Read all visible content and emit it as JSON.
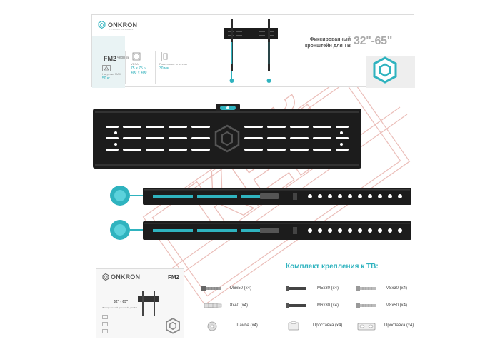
{
  "brand": "ONKRON",
  "brand_sub": "TV MOUNTS & STANDS",
  "colors": {
    "accent": "#2fb3bf",
    "bracket": "#1c1c1c",
    "watermark": "#e85b5b"
  },
  "watermark_text": "КЕЙ",
  "package": {
    "model": "FM2",
    "color_label": "чёрный",
    "title_line1": "Фиксированный",
    "title_line2": "кронштейн для ТВ",
    "size_range": "32\"-65\"",
    "specs": [
      {
        "label": "Нагрузка МАХ",
        "value": "50 кг"
      },
      {
        "label": "VESA",
        "value": "75 × 75 ~",
        "value2": "400 × 400"
      },
      {
        "label": "Расстояние от стены",
        "value": "30 мм"
      }
    ]
  },
  "manual": {
    "model": "FM2",
    "size_range": "32\" - 65\"",
    "caption": "Фиксированный кронштейн для ТВ"
  },
  "kit": {
    "title": "Комплект крепления к ТВ:",
    "parts": [
      {
        "id": "m6x50",
        "label": "M6x50 (x4)",
        "icon": "bolt-icon"
      },
      {
        "id": "m5x30",
        "label": "M5x30 (x4)",
        "icon": "bolt-icon"
      },
      {
        "id": "m8x30",
        "label": "M8x30 (x4)",
        "icon": "bolt-icon"
      },
      {
        "id": "anchor",
        "label": "8x40 (x4)",
        "icon": "anchor-icon"
      },
      {
        "id": "m6x30",
        "label": "M6x30 (x4)",
        "icon": "bolt-icon"
      },
      {
        "id": "m8x50",
        "label": "M8x50 (x4)",
        "icon": "bolt-icon"
      },
      {
        "id": "washer",
        "label": "Шайба (x4)",
        "icon": "washer-icon"
      },
      {
        "id": "spacer1",
        "label": "Проставка (x4)",
        "icon": "spacer-icon"
      },
      {
        "id": "spacer2",
        "label": "Проставка (x4)",
        "icon": "spacer-icon"
      }
    ]
  }
}
